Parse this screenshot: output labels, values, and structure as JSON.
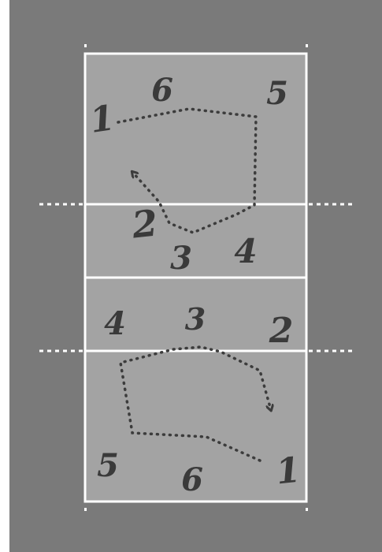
{
  "colors": {
    "outer_area": "#7a7a7a",
    "court_fill": "#a3a3a3",
    "court_line": "#ffffff",
    "rotation_path": "#3c3c3c",
    "number_text": "#3a3a3a"
  },
  "top_team": {
    "positions": {
      "p1": "1",
      "p6": "6",
      "p5": "5",
      "p2": "2",
      "p3": "3",
      "p4": "4"
    },
    "rotation_direction": "clockwise"
  },
  "bottom_team": {
    "positions": {
      "p4": "4",
      "p3": "3",
      "p2": "2",
      "p5": "5",
      "p6": "6",
      "p1": "1"
    },
    "rotation_direction": "clockwise"
  }
}
